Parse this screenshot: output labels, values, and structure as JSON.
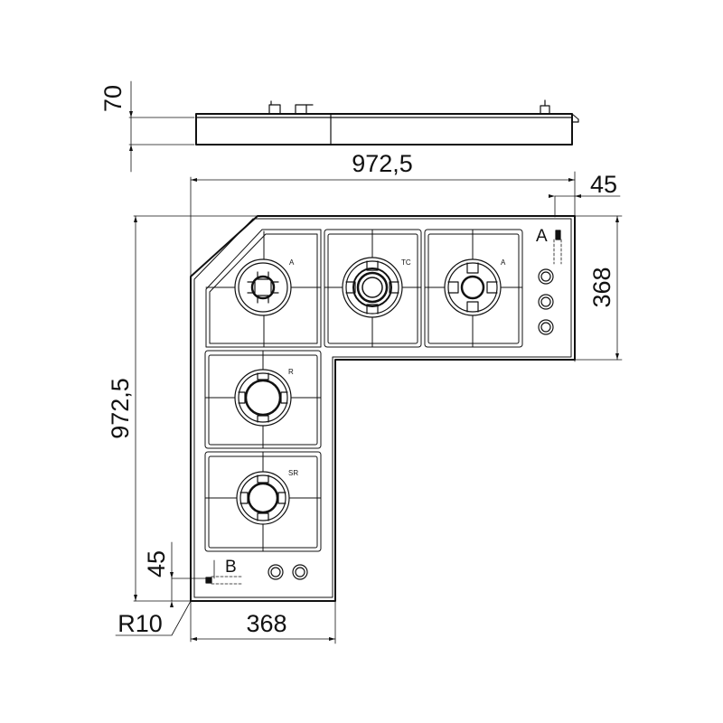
{
  "dimensions": {
    "height_side": "70",
    "overall_width": "972,5",
    "overall_depth": "972,5",
    "right_offset": "45",
    "right_depth": "368",
    "bottom_offset": "45",
    "bottom_width": "368",
    "radius": "R10"
  },
  "burners": [
    {
      "label": "A"
    },
    {
      "label": "TC"
    },
    {
      "label": "A"
    },
    {
      "label": "R"
    },
    {
      "label": "SR"
    }
  ],
  "connections": {
    "a": "A",
    "b": "B"
  }
}
